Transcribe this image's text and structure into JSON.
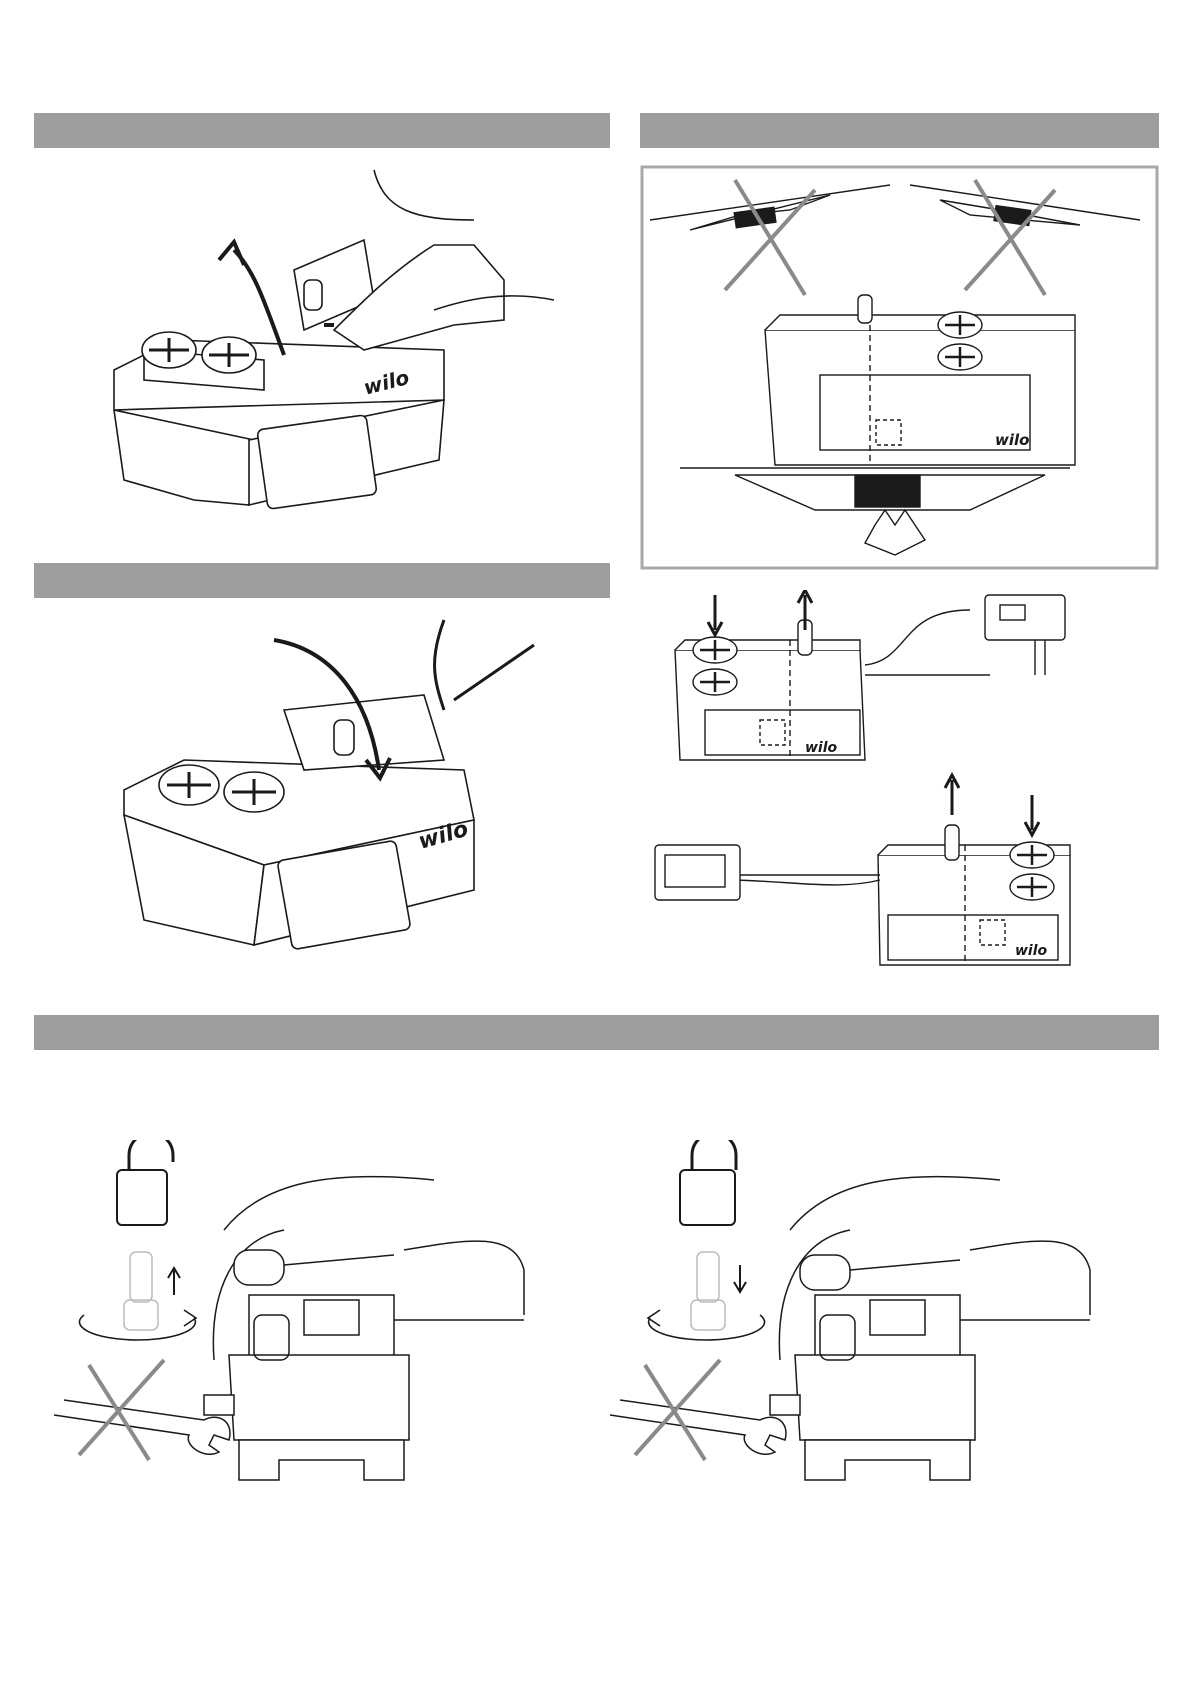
{
  "brand": {
    "logo_text": "wilo"
  },
  "figures": [
    {
      "id": "fig1",
      "icons": [
        "arrow-open-lid-icon",
        "hand-icon",
        "pump-unit-icon"
      ]
    },
    {
      "id": "fig2",
      "icons": [
        "arrow-close-lid-icon",
        "pump-unit-icon"
      ]
    },
    {
      "id": "fig3",
      "icons": [
        "cross-mark-icon",
        "spirit-level-icon",
        "pump-unit-icon"
      ]
    },
    {
      "id": "fig4",
      "icons": [
        "arrow-in-icon",
        "arrow-out-icon",
        "power-plug-icon",
        "pump-unit-icon"
      ]
    },
    {
      "id": "fig5",
      "icons": [
        "padlock-open-icon",
        "rotate-arrow-icon",
        "wrench-crossed-icon",
        "hand-icon"
      ]
    },
    {
      "id": "fig6",
      "icons": [
        "padlock-closed-icon",
        "rotate-arrow-icon",
        "wrench-crossed-icon",
        "hand-icon"
      ]
    }
  ],
  "colors": {
    "band": "#9e9e9e",
    "line": "#1a1a1a",
    "cross": "#8a8a8a",
    "frame": "#a8a8a8"
  }
}
